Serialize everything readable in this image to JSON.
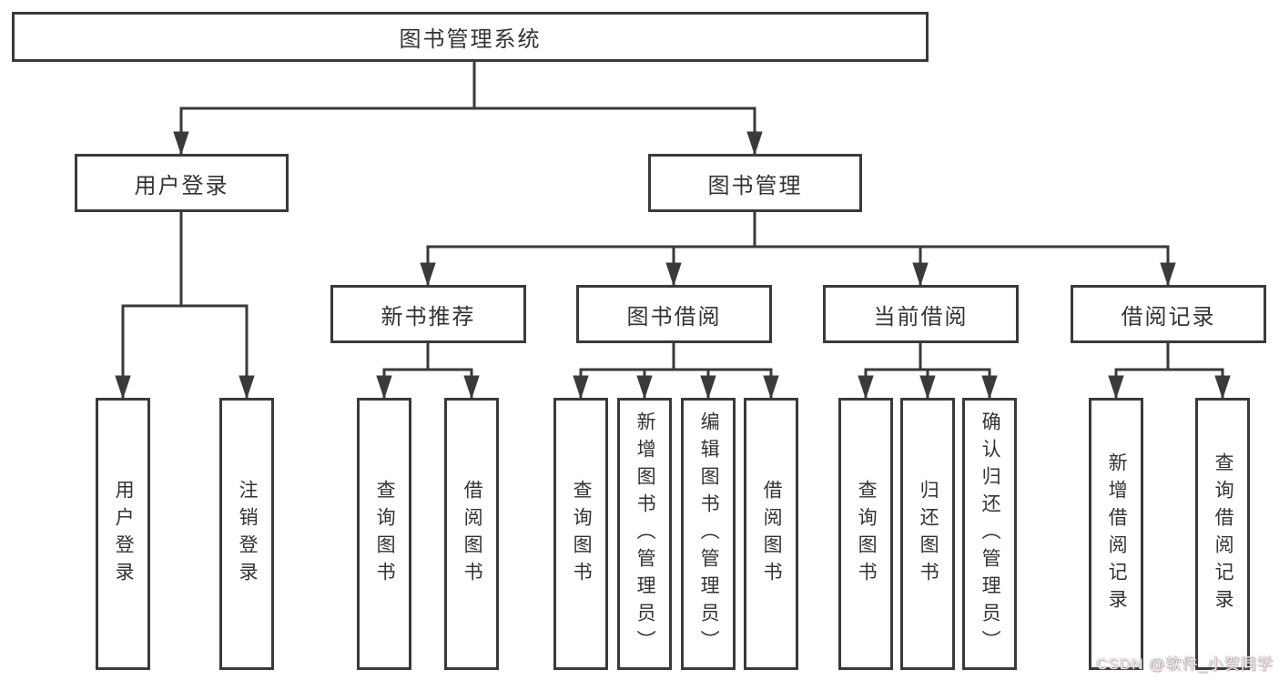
{
  "diagram": {
    "root": {
      "label": "图书管理系统"
    },
    "branches": [
      {
        "label": "用户登录",
        "children": [
          {
            "label": "用户登录"
          },
          {
            "label": "注销登录"
          }
        ]
      },
      {
        "label": "图书管理",
        "children": [
          {
            "label": "新书推荐",
            "children": [
              {
                "label": "查询图书"
              },
              {
                "label": "借阅图书"
              }
            ]
          },
          {
            "label": "图书借阅",
            "children": [
              {
                "label": "查询图书"
              },
              {
                "label": "新增图书（管理员）"
              },
              {
                "label": "编辑图书（管理员）"
              },
              {
                "label": "借阅图书"
              }
            ]
          },
          {
            "label": "当前借阅",
            "children": [
              {
                "label": "查询图书"
              },
              {
                "label": "归还图书"
              },
              {
                "label": "确认归还（管理员）"
              }
            ]
          },
          {
            "label": "借阅记录",
            "children": [
              {
                "label": "新增借阅记录"
              },
              {
                "label": "查询借阅记录"
              }
            ]
          }
        ]
      }
    ],
    "watermark": "CSDN @软件_小贺同学",
    "colors": {
      "line": "#3a3a3a",
      "text": "#333333",
      "background": "#ffffff"
    }
  }
}
